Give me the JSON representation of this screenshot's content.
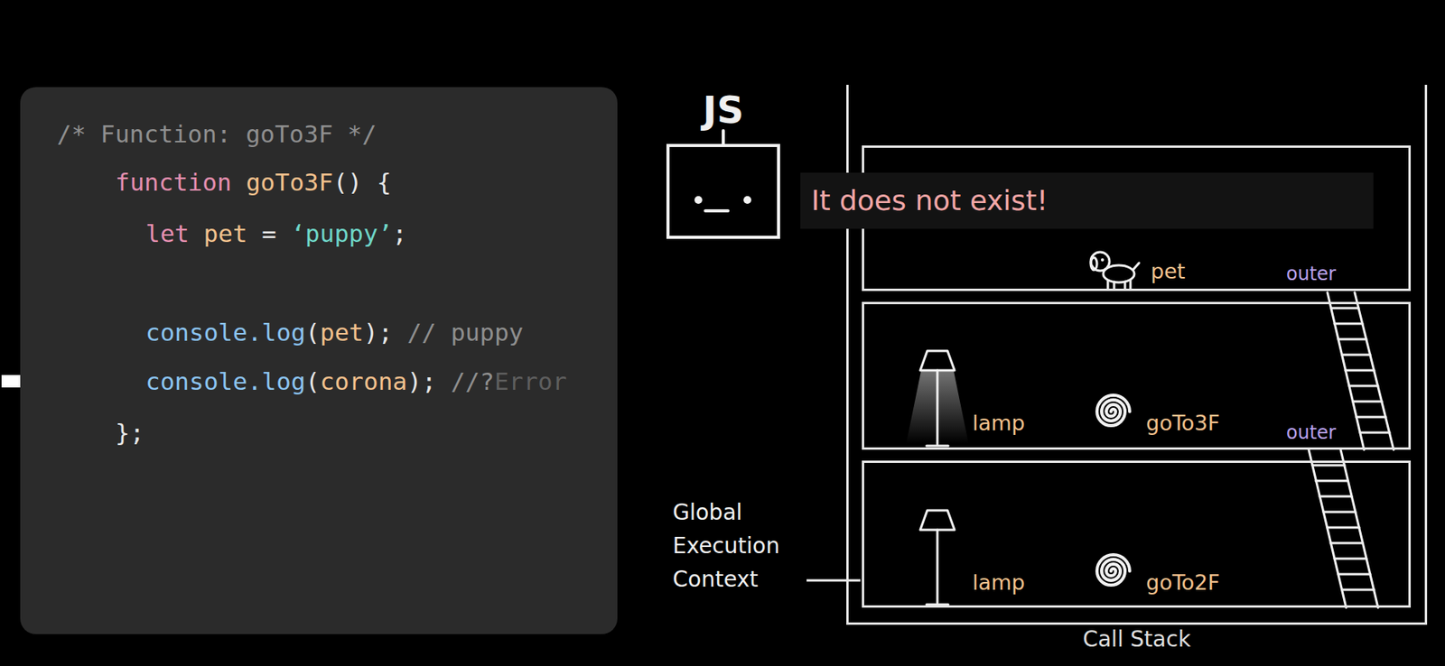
{
  "diagram": {
    "nodes": [
      {
        "text": [
          "/* Function: goTo3F */",
          "function",
          "goTo3F",
          "() {",
          "let",
          "pet",
          "=",
          "‘puppy’",
          ";",
          "console.log",
          "(",
          "pet",
          ");",
          "// puppy",
          "console.log",
          "(",
          "corona",
          ");",
          "//?",
          "Error",
          "};"
        ]
      },
      {
        "text": [
          "It does not exist!"
        ]
      },
      {
        "text": [
          "Call Stack"
        ]
      },
      {
        "text": [
          "pet",
          "outer"
        ],
        "in": 2
      },
      {
        "text": [
          "lamp",
          "goTo3F",
          "outer"
        ],
        "in": 2
      },
      {
        "text": [
          "lamp",
          "goTo2F"
        ],
        "in": 2
      }
    ],
    "labels": [
      "JS",
      "Global Execution Context"
    ]
  }
}
